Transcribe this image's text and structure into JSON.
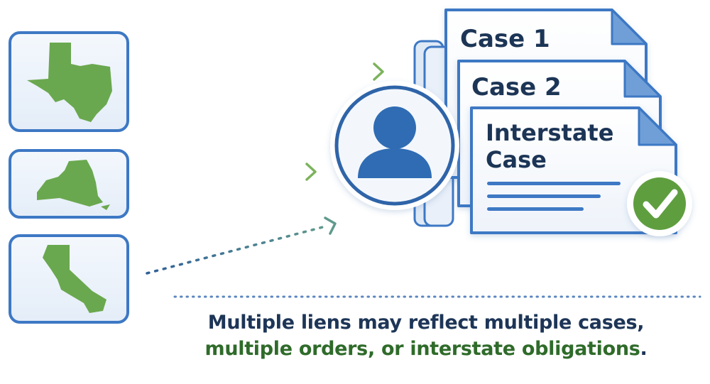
{
  "cases": [
    {
      "label": "Case 1"
    },
    {
      "label": "Case 2"
    },
    {
      "label_line1": "Interstate",
      "label_line2": "Case"
    }
  ],
  "states": [
    {
      "name": "texas-state-icon"
    },
    {
      "name": "new-york-state-icon"
    },
    {
      "name": "california-state-icon"
    }
  ],
  "caption": {
    "line1": "Multiple liens may reflect multiple cases,",
    "line2": "multiple orders, or interstate obligations",
    "line2_end": "."
  },
  "colors": {
    "frame_blue": "#3d78c4",
    "state_green": "#6aa84f",
    "text_navy": "#1d3557",
    "text_green": "#2f6b2a",
    "check_green": "#5f9e3f"
  }
}
